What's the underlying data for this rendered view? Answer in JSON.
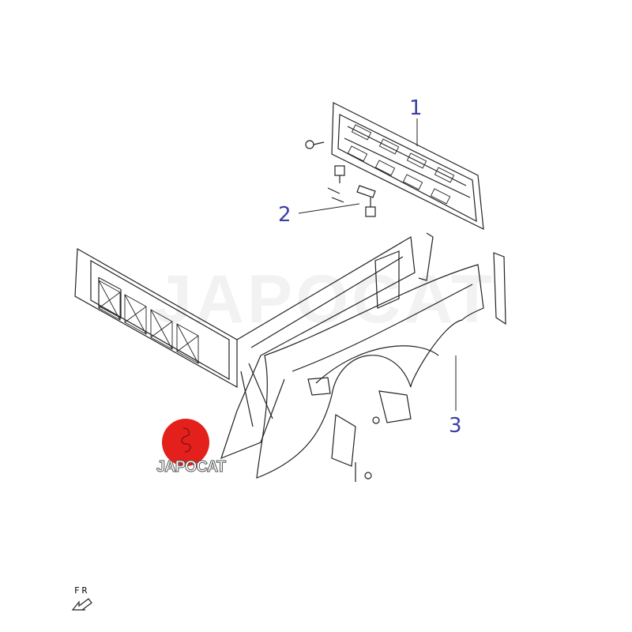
{
  "callouts": {
    "c1": "1",
    "c2": "2",
    "c3": "3"
  },
  "direction_label": "FR",
  "watermark": "JAPOCAT",
  "logo_text": "JAPOCAT",
  "colors": {
    "callout": "#3b3fa6",
    "logo": "#e3201b",
    "line": "#222222"
  }
}
